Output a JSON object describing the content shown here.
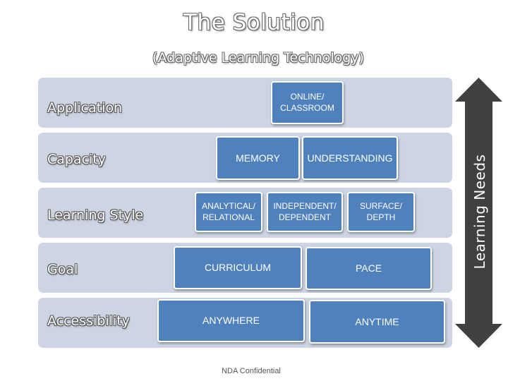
{
  "title": "The Solution",
  "subtitle": "(Adaptive Learning Technology)",
  "layers": {
    "application": {
      "label": "Application",
      "boxes": [
        "ONLINE/ CLASSROOM"
      ]
    },
    "capacity": {
      "label": "Capacity",
      "boxes": [
        "MEMORY",
        "UNDERSTANDING"
      ]
    },
    "learning_style": {
      "label": "Learning Style",
      "boxes": [
        "ANALYTICAL/ RELATIONAL",
        "INDEPENDENT/ DEPENDENT",
        "SURFACE/ DEPTH"
      ]
    },
    "goal": {
      "label": "Goal",
      "boxes": [
        "CURRICULUM",
        "PACE"
      ]
    },
    "accessibility": {
      "label": "Accessibility",
      "boxes": [
        "ANYWHERE",
        "ANYTIME"
      ]
    }
  },
  "arrow_label": "Learning Needs",
  "footer": "NDA Confidential",
  "colors": {
    "layer_fill": "#cdd5e4",
    "box_fill": "#4f81bd",
    "arrow_fill": "#404040"
  }
}
